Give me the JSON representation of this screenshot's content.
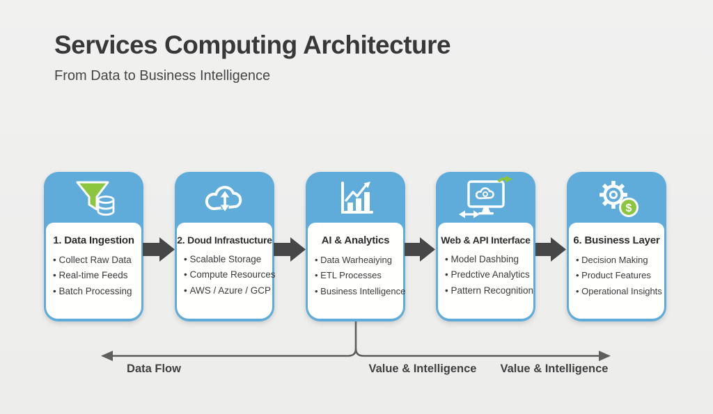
{
  "page": {
    "title": "Services Computing Architecture",
    "subtitle": "From Data to Business Intelligence"
  },
  "colors": {
    "accent_blue": "#5facda",
    "icon_green": "#8cc63e",
    "connector_dark": "#474747",
    "flow_line_gray": "#5f5f5f",
    "background": "#efefee",
    "card_body": "#fffffe"
  },
  "steps": [
    {
      "title": "1. Data Ingestion",
      "icon": "funnel-database-icon",
      "items": [
        "Collect Raw Data",
        "Real-time Feeds",
        "Batch Processing"
      ]
    },
    {
      "title": "2. Doud Infrastucture",
      "icon": "cloud-sync-icon",
      "items": [
        "Scalable Storage",
        "Compute Resources",
        "AWS / Azure / GCP"
      ]
    },
    {
      "title": "AI & Analytics",
      "icon": "bar-chart-trend-icon",
      "items": [
        "Data Warheaiying",
        "ETL Processes",
        "Business Intelligence"
      ]
    },
    {
      "title": "Web & API Interface",
      "icon": "monitor-cloud-api-icon",
      "items": [
        "Model Dashbing",
        "Predctive Analytics",
        "Pattern Recognition"
      ]
    },
    {
      "title": "6. Business Layer",
      "icon": "gear-dollar-icon",
      "items": [
        "Decision Making",
        "Product Features",
        "Operational Insights"
      ]
    }
  ],
  "icons": {
    "dollar_symbol": "$"
  },
  "flow_labels": {
    "left": "Data Flow",
    "center": "Value & Intelligence",
    "right": "Value & Intelligence"
  }
}
